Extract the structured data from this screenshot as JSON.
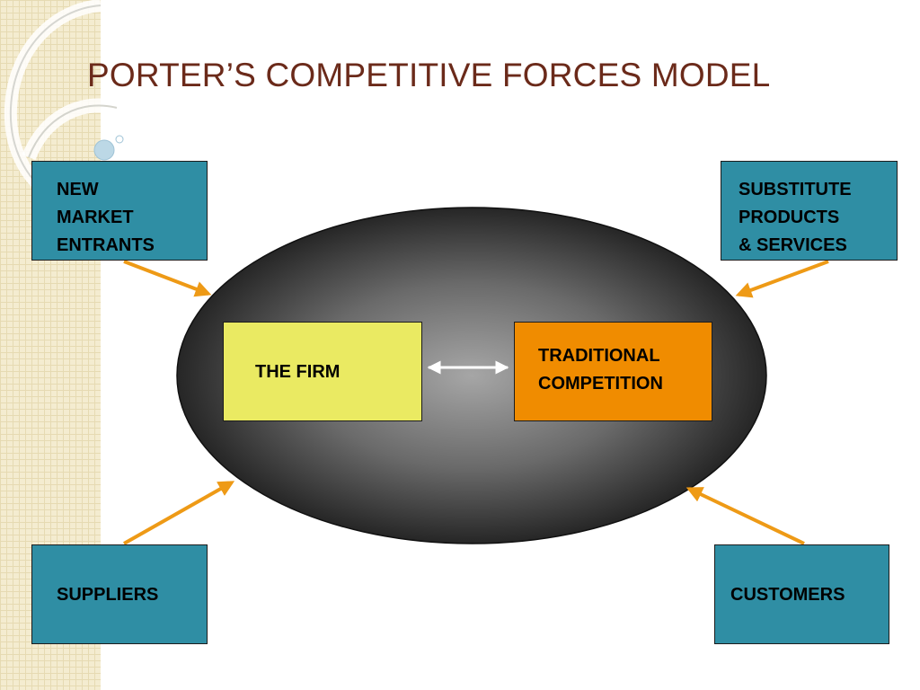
{
  "title": "PORTER’S COMPETITIVE FORCES MODEL",
  "forces": {
    "new_entrants": "NEW\nMARKET\nENTRANTS",
    "substitutes": "SUBSTITUTE\nPRODUCTS\n& SERVICES",
    "suppliers": "SUPPLIERS",
    "customers": "CUSTOMERS"
  },
  "center": {
    "firm": "THE FIRM",
    "competition": "TRADITIONAL\nCOMPETITION"
  },
  "colors": {
    "title": "#6b2a1a",
    "force_box": "#2f8ea4",
    "firm_box": "#eaea62",
    "competition_box": "#f08c00",
    "arrow": "#ee9a16",
    "double_arrow": "#ffffff",
    "ellipse_center": "#a6a6a6",
    "ellipse_edge": "#262626"
  }
}
